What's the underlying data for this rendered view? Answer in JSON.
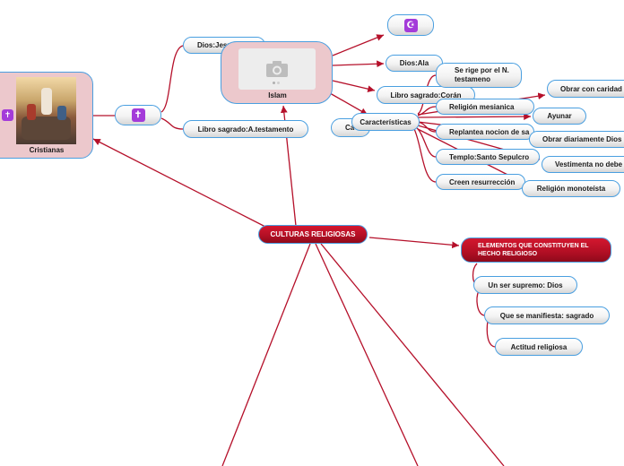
{
  "central": "CULTURAS RELIGIOSAS",
  "elementos": {
    "title": "ELEMENTOS QUE CONSTITUYEN EL HECHO RELIGIOSO",
    "items": [
      "Un ser supremo: Dios",
      "Que se manifiesta: sagrado",
      "Actitud religiosa"
    ]
  },
  "cristianas": {
    "label": "Cristianas",
    "icon_symbol": "✝",
    "hub_symbol": "✝",
    "dios_label": "Dios:Jesu",
    "libro_label": "Libro sagrado:A.testamento",
    "car_label": "Ca"
  },
  "islam": {
    "label": "Islam",
    "icon_symbol": "☪",
    "dios_label": "Dios:Ala",
    "libro_label": "Libro sagrado:Corán",
    "caracteristicas_label": "Características",
    "se_rige": "Se rige por el N. testameno",
    "items": [
      "Religión mesianica",
      "Replantea nocion de sa",
      "Templo:Santo Sepulcro",
      "Creen resurrección"
    ],
    "right_items": [
      "Obrar con caridad",
      "Ayunar",
      "Obrar diariamente Dios",
      "Vestimenta no debe",
      "Religión monoteísta"
    ]
  },
  "colors": {
    "line": "#b5102a",
    "border": "#4a9fe0",
    "central_fill": "#b10f24",
    "pink_fill": "#ecc8cc",
    "symbol_fill": "#a43bd9"
  },
  "icons": [
    "latin-cross-icon",
    "star-crescent-icon",
    "camera-icon"
  ]
}
